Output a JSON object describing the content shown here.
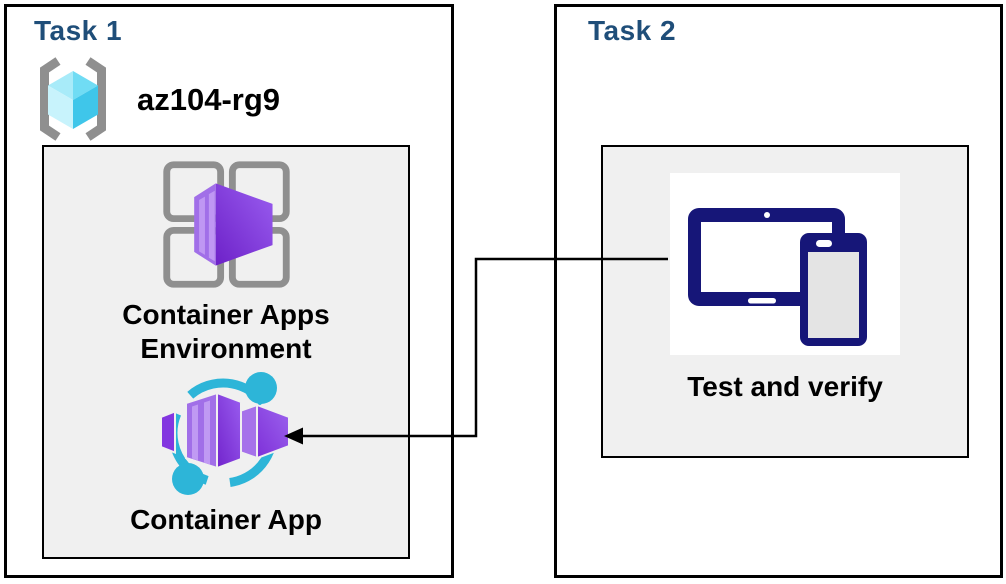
{
  "diagram": {
    "task1": {
      "title": "Task 1",
      "resource_group_name": "az104-rg9",
      "environment_label": "Container Apps Environment",
      "app_label": "Container App"
    },
    "task2": {
      "title": "Task 2",
      "verify_label": "Test and verify"
    },
    "connector": {
      "from": "Test and verify",
      "to": "Container App"
    },
    "colors": {
      "task_title": "#1f4e79",
      "inner_box_bg": "#f0f0f0",
      "border": "#000000",
      "device_navy": "#161678",
      "teal": "#2db5d8",
      "purple_light": "#a16fe8",
      "purple_dark": "#7a2bd8",
      "bracket_gray": "#8f8f8f",
      "cube_cyan": "#3fc6ea"
    }
  }
}
